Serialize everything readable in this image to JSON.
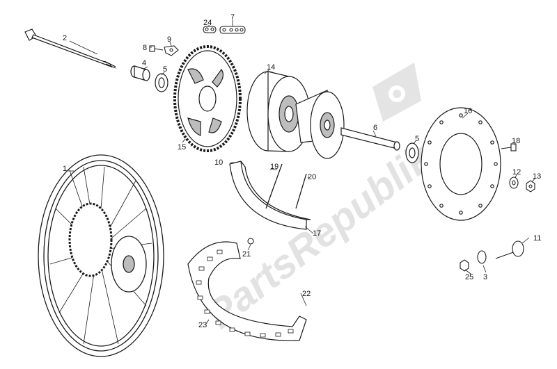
{
  "watermark": {
    "text": "PartsRepublik",
    "color": "#d6d6d6"
  },
  "labels": {
    "p1": "1",
    "p2": "2",
    "p3": "3",
    "p4": "4",
    "p5a": "5",
    "p5b": "5",
    "p6": "6",
    "p7": "7",
    "p8": "8",
    "p9": "9",
    "p10": "10",
    "p11": "11",
    "p12": "12",
    "p13": "13",
    "p14": "14",
    "p15": "15",
    "p16": "16",
    "p17": "17",
    "p18": "18",
    "p19": "19",
    "p20": "20",
    "p21": "21",
    "p22": "22",
    "p23": "23",
    "p24": "24",
    "p25": "25"
  },
  "colors": {
    "line": "#1a1a1a",
    "fill_light": "#ffffff",
    "shade": "#bdbdbd"
  }
}
